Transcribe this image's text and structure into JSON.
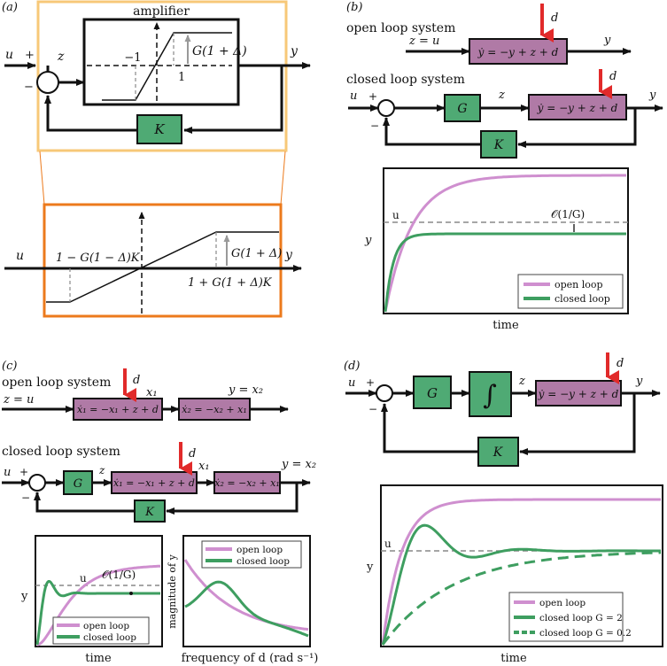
{
  "colors": {
    "orange_light": "#f7c878",
    "orange_dark": "#ec7a1c",
    "green_block": "#4faa74",
    "purple_block": "#b07aa6",
    "disturbance_arrow": "#e12a2a",
    "open_loop_curve": "#cf8fcf",
    "closed_loop_curve": "#3e9e60"
  },
  "panel_a": {
    "label": "(a)",
    "amplifier_title": "amplifier",
    "input": "u",
    "plus": "+",
    "minus": "−",
    "z": "z",
    "output": "y",
    "neg_one": "−1",
    "one": "1",
    "gain_label": "G(1 + Δ)",
    "feedback": "K",
    "lower_input": "u",
    "lower_output": "y",
    "lower_gain": "G(1 + Δ)",
    "lower_left": "1 − G(1 − Δ)K",
    "lower_right": "1 + G(1 + Δ)K"
  },
  "panel_b": {
    "label": "(b)",
    "open_title": "open loop system",
    "open_input": "z = u",
    "open_eq": "ẏ = −y + z + d",
    "open_d": "d",
    "open_y": "y",
    "closed_title": "closed loop system",
    "u": "u",
    "plus": "+",
    "minus": "−",
    "G": "G",
    "z": "z",
    "closed_eq": "ẏ = −y + z + d",
    "closed_d": "d",
    "closed_y": "y",
    "K": "K",
    "plot": {
      "ylabel": "y",
      "xlabel": "time",
      "u_label": "u",
      "order_label": "𝒪(1/G)",
      "legend": [
        "open loop",
        "closed loop"
      ]
    }
  },
  "panel_c": {
    "label": "(c)",
    "open_title": "open loop system",
    "open_input": "z = u",
    "eq1": "ẋ₁ = −x₁ + z + d",
    "eq2": "ẋ₂ = −x₂ + x₁",
    "d": "d",
    "x1": "x₁",
    "y_out": "y = x₂",
    "closed_title": "closed loop system",
    "u": "u",
    "plus": "+",
    "minus": "−",
    "G": "G",
    "z": "z",
    "closed_eq1": "ẋ₁ = −x₁ + z + d",
    "closed_eq2": "ẋ₂ = −x₂ + x₁",
    "closed_d": "d",
    "closed_x1": "x₁",
    "closed_y": "y = x₂",
    "K": "K",
    "plot1": {
      "ylabel": "y",
      "xlabel": "time",
      "u_label": "u",
      "order_label": "𝒪(1/G)",
      "legend": [
        "open loop",
        "closed loop"
      ]
    },
    "plot2": {
      "ylabel": "magnitude of y",
      "xlabel": "frequency of d (rad s⁻¹)",
      "legend": [
        "open loop",
        "closed loop"
      ]
    }
  },
  "panel_d": {
    "label": "(d)",
    "u": "u",
    "plus": "+",
    "minus": "−",
    "G": "G",
    "integral": "∫",
    "z": "z",
    "eq": "ẏ = −y + z + d",
    "d": "d",
    "y": "y",
    "K": "K",
    "plot": {
      "ylabel": "y",
      "xlabel": "time",
      "u_label": "u",
      "legend": [
        "open loop",
        "closed loop G = 2",
        "closed loop G = 0.2"
      ]
    }
  }
}
